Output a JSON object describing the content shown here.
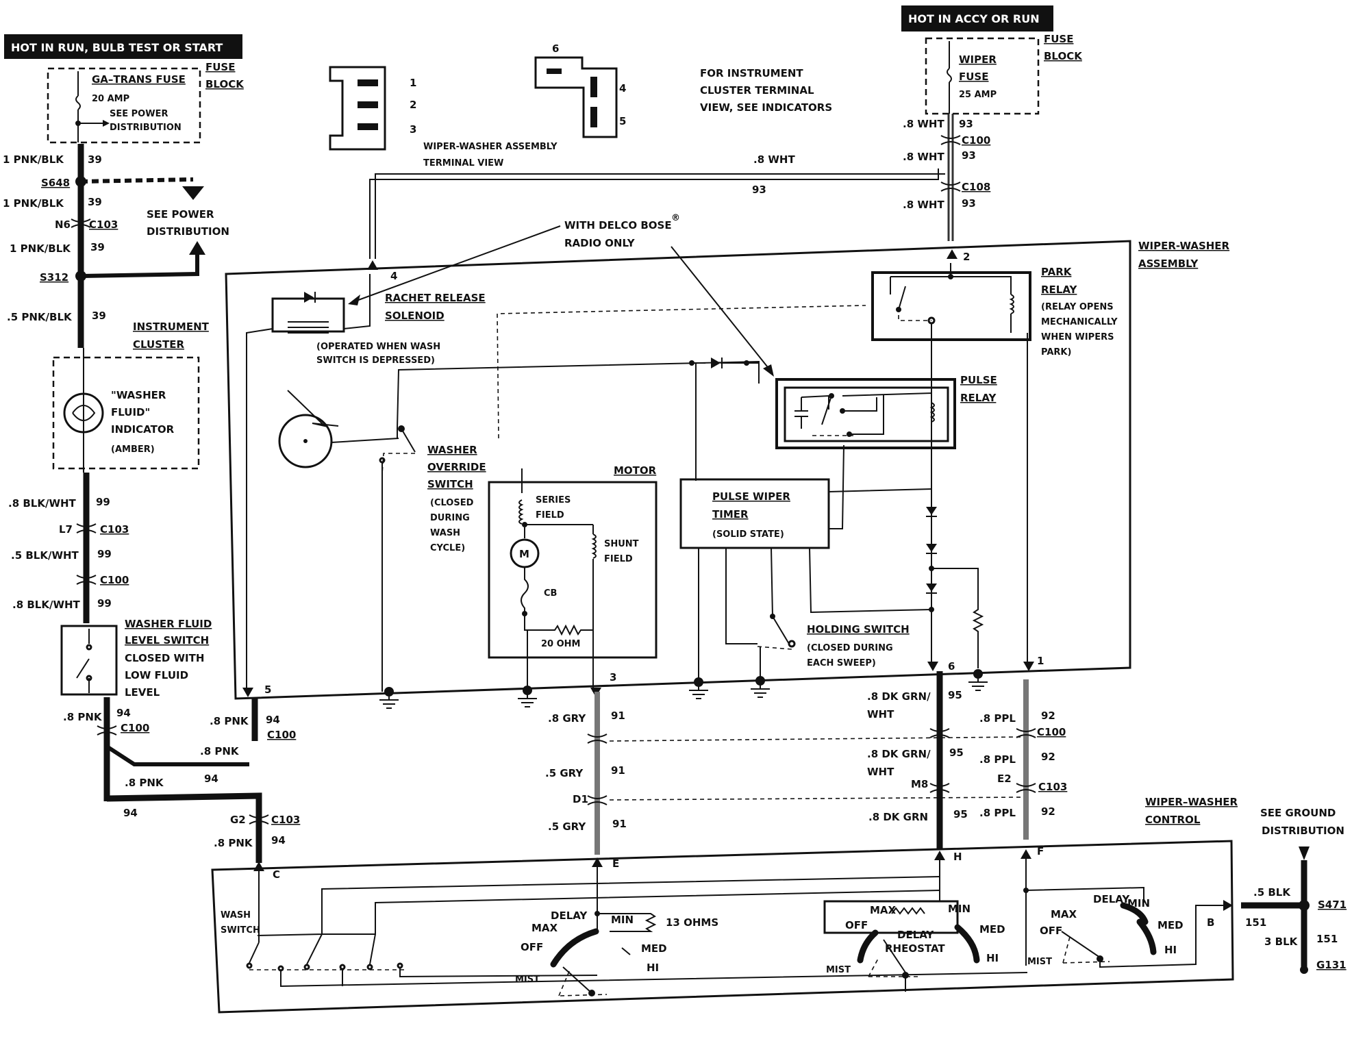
{
  "top_left": {
    "hot_label": "HOT IN RUN,  BULB TEST OR START",
    "fuse_name": "GA–TRANS FUSE",
    "fuse_amp": "20 AMP",
    "see_power_1": "SEE POWER",
    "see_power_2": "DISTRIBUTION",
    "fuse_block_1": "FUSE",
    "fuse_block_2": "BLOCK",
    "w1": "1 PNK/BLK",
    "c39a": "39",
    "s648": "S648",
    "w2": "1 PNK/BLK",
    "c39b": "39",
    "n6": "N6",
    "c103a": "C103",
    "w3": "1 PNK/BLK",
    "c39c": "39",
    "s312": "S312",
    "w4": ".5 PNK/BLK",
    "c39d": "39",
    "see_power_b1": "SEE POWER",
    "see_power_b2": "DISTRIBUTION"
  },
  "cluster": {
    "title_1": "INSTRUMENT",
    "title_2": "CLUSTER",
    "ind_1": "\"WASHER",
    "ind_2": "FLUID\"",
    "ind_3": "INDICATOR",
    "ind_4": "(AMBER)",
    "w5": ".8 BLK/WHT",
    "c99a": "99",
    "l7": "L7",
    "c103b": "C103",
    "w6": ".5 BLK/WHT",
    "c99b": "99",
    "c100a": "C100",
    "w7": ".8 BLK/WHT",
    "c99c": "99",
    "lvl_1": "WASHER FLUID",
    "lvl_2": "LEVEL SWITCH",
    "lvl_3": "CLOSED WITH",
    "lvl_4": "LOW FLUID",
    "lvl_5": "LEVEL",
    "w8": ".8 PNK",
    "c94a": "94",
    "c100b": "C100",
    "w9": ".8 PNK",
    "w10": ".8 PNK",
    "c94b": "94",
    "c94c": "94",
    "g2": "G2",
    "c103c": "C103",
    "w11": ".8 PNK",
    "c94d": "94",
    "w12": ".8 PNK",
    "c94e": "94",
    "c100c": "C100"
  },
  "terminal_views": {
    "n1": "1",
    "n2": "2",
    "n3": "3",
    "n4": "4",
    "n5": "5",
    "n6": "6",
    "caption_1": "WIPER-WASHER ASSEMBLY",
    "caption_2": "TERMINAL VIEW",
    "note_1": "FOR INSTRUMENT",
    "note_2": "CLUSTER TERMINAL",
    "note_3": "VIEW, SEE INDICATORS"
  },
  "top_right": {
    "hot_label": "HOT IN ACCY OR RUN",
    "fuse_1": "WIPER",
    "fuse_2": "FUSE",
    "fuse_amp": "25 AMP",
    "fuse_block_1": "FUSE",
    "fuse_block_2": "BLOCK",
    "w1": ".8 WHT",
    "c93a": "93",
    "c100": "C100",
    "w2": ".8 WHT",
    "c93b": "93",
    "c108": "C108",
    "w3": ".8 WHT",
    "c93c": "93",
    "w_top": ".8 WHT",
    "c93_top": "93"
  },
  "assembly": {
    "title_1": "WIPER-WASHER",
    "title_2": "ASSEMBLY",
    "t2": "2",
    "t4": "4",
    "t5": "5",
    "t3": "3",
    "t6": "6",
    "t1": "1",
    "bose_1": "WITH DELCO BOSE",
    "bose_reg": "®",
    "bose_2": "RADIO ONLY",
    "rachet_1": "RACHET RELEASE",
    "rachet_2": "SOLENOID",
    "rachet_note_1": "(OPERATED WHEN WASH",
    "rachet_note_2": "SWITCH IS DEPRESSED)",
    "park_1": "PARK",
    "park_2": "RELAY",
    "park_3": "(RELAY OPENS",
    "park_4": "MECHANICALLY",
    "park_5": "WHEN WIPERS",
    "park_6": "PARK)",
    "pulse_relay_1": "PULSE",
    "pulse_relay_2": "RELAY",
    "washer_1": "WASHER",
    "washer_2": "OVERRIDE",
    "washer_3": "SWITCH",
    "washer_4": "(CLOSED",
    "washer_5": "DURING",
    "washer_6": "WASH",
    "washer_7": "CYCLE)",
    "motor": "MOTOR",
    "series_1": "SERIES",
    "series_2": "FIELD",
    "shunt_1": "SHUNT",
    "shunt_2": "FIELD",
    "m": "M",
    "cb": "CB",
    "ohm20": "20 OHM",
    "timer_1": "PULSE WIPER",
    "timer_2": "TIMER",
    "timer_3": "(SOLID STATE)",
    "hold_1": "HOLDING SWITCH",
    "hold_2": "(CLOSED DURING",
    "hold_3": "EACH SWEEP)"
  },
  "lower_wires": {
    "gry1": ".8 GRY",
    "c91a": "91",
    "gry2": ".5 GRY",
    "c91b": "91",
    "d1": "D1",
    "gry3": ".5 GRY",
    "c91c": "91",
    "grn1_a": ".8 DK GRN/",
    "grn1_b": "WHT",
    "c95a": "95",
    "grn2_a": ".8 DK GRN/",
    "grn2_b": "WHT",
    "c95b": "95",
    "m8": "M8",
    "grn3": ".8 DK GRN",
    "c95c": "95",
    "ppl1": ".8 PPL",
    "c92a": "92",
    "c100": "C100",
    "ppl2": ".8 PPL",
    "c92b": "92",
    "e2": "E2",
    "c103": "C103",
    "ppl3": ".8 PPL",
    "c92c": "92"
  },
  "control": {
    "title_1": "WIPER–WASHER",
    "title_2": "CONTROL",
    "tc": "C",
    "te": "E",
    "th": "H",
    "tf": "F",
    "tb": "B",
    "wash_1": "WASH",
    "wash_2": "SWITCH",
    "s1_max": "MAX",
    "s1_delay": "DELAY",
    "s1_min": "MIN",
    "s1_ohms": "13 OHMS",
    "s1_off": "OFF",
    "s1_med": "MED",
    "s1_hi": "HI",
    "s1_mist": "MIST",
    "s2_max": "MAX",
    "s2_min": "MIN",
    "s2_off": "OFF",
    "s2_delay": "DELAY",
    "s2_rheo": "RHEOSTAT",
    "s2_med": "MED",
    "s2_hi": "HI",
    "s2_mist": "MIST",
    "s3_delay": "DELAY",
    "s3_max": "MAX",
    "s3_min": "MIN",
    "s3_off": "OFF",
    "s3_med": "MED",
    "s3_hi": "HI",
    "s3_mist": "MIST"
  },
  "ground": {
    "see_1": "SEE GROUND",
    "see_2": "DISTRIBUTION",
    "blk1": ".5 BLK",
    "c151a": "151",
    "s471": "S471",
    "blk2": "3 BLK",
    "c151b": "151",
    "g131": "G131"
  }
}
